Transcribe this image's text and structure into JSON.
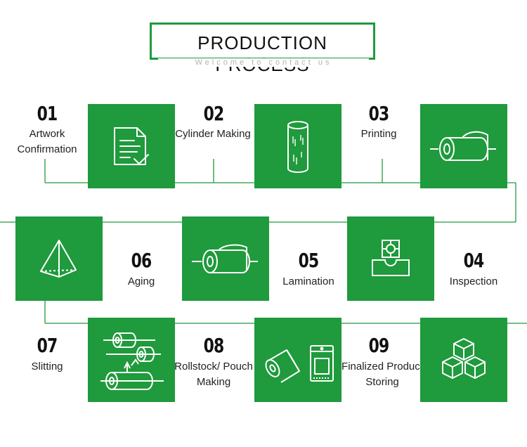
{
  "header": {
    "title": "PRODUCTION PROCESS",
    "subtitle": "Welcome to contact us"
  },
  "accent_color": "#1f9a3c",
  "steps": [
    {
      "number": "01",
      "label": "Artwork Confirmation",
      "icon": "document-check-icon"
    },
    {
      "number": "02",
      "label": "Cylinder Making",
      "icon": "cylinder-icon"
    },
    {
      "number": "03",
      "label": "Printing",
      "icon": "printing-roll-icon"
    },
    {
      "number": "04",
      "label": "Inspection",
      "icon": "inspection-target-icon"
    },
    {
      "number": "05",
      "label": "Lamination",
      "icon": "lamination-roll-icon"
    },
    {
      "number": "06",
      "label": "Aging",
      "icon": "pyramid-icon"
    },
    {
      "number": "07",
      "label": "Slitting",
      "icon": "slitting-rolls-icon"
    },
    {
      "number": "08",
      "label": "Rollstock/ Pouch Making",
      "icon": "rollstock-pouch-icon"
    },
    {
      "number": "09",
      "label": "Finalized Product Storing",
      "icon": "boxes-stack-icon"
    }
  ]
}
